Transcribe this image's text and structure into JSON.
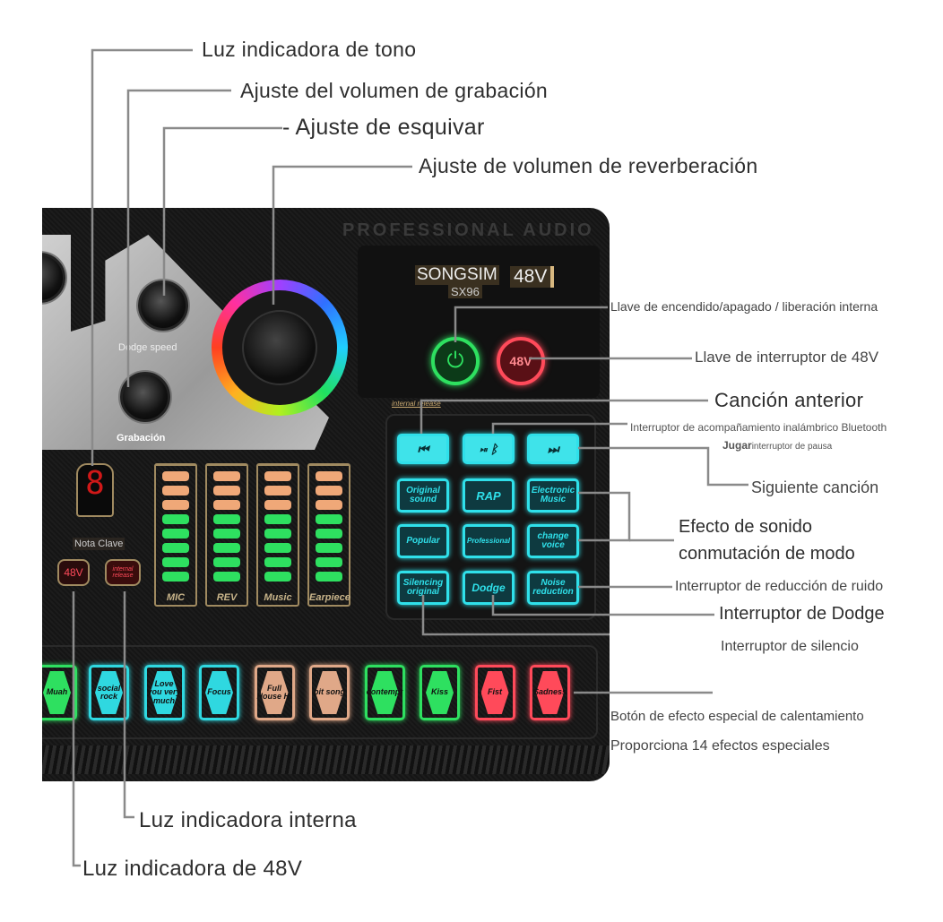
{
  "callouts": {
    "tone_light": "Luz indicadora de tono",
    "rec_volume": "Ajuste del volumen de grabación",
    "dodge_adjust": "- Ajuste de esquivar",
    "reverb_volume": "Ajuste de volumen de reverberación",
    "power_key": "Llave de encendido/apagado / liberación interna",
    "switch_48v": "Llave de interruptor de 48V",
    "prev_song": "Canción anterior",
    "bluetooth": "Interruptor de acompañamiento inalámbrico Bluetooth",
    "play_a": "Jugar",
    "play_b": "interruptor de pausa",
    "next_song": "Siguiente canción",
    "mode_line1": "Efecto de sonido",
    "mode_line2": "conmutación de modo",
    "noise": "Interruptor de reducción de ruido",
    "dodge_switch": "Interruptor de Dodge",
    "silence": "Interruptor de silencio",
    "warmup": "Botón de efecto especial de calentamiento",
    "effects_count": "Proporciona 14 efectos especiales",
    "internal_light": "Luz indicadora interna",
    "light_48v": "Luz indicadora de 48V"
  },
  "device": {
    "header": "PROFESSIONAL AUDIO",
    "brand": "SONGSIM",
    "model": "SX96",
    "badge_48v": "48V",
    "power_icon": "power-icon",
    "btn_48v": "48V",
    "dodge_speed": "Dodge speed",
    "grabacion": "Grabación",
    "tone_digit": "8",
    "nota_clave": "Nota Clave",
    "ind_48v": "48V",
    "ind_internal": "internal release",
    "internal_release_tag": "internal release",
    "transport": [
      "⏮",
      "⏯ ᛒ",
      "⏭"
    ],
    "modes": [
      "Original sound",
      "RAP",
      "Electronic Music",
      "Popular",
      "Professional",
      "change voice",
      "Silencing original",
      "Dodge",
      "Noise reduction"
    ],
    "meters": [
      "MIC",
      "REV",
      "Music",
      "Earpiece"
    ],
    "pads": [
      {
        "label": "Muah",
        "color": "#2ee060"
      },
      {
        "label": "social rock",
        "color": "#2fd8e0"
      },
      {
        "label": "Love you very much",
        "color": "#2fd8e0"
      },
      {
        "label": "Focus",
        "color": "#2fd8e0"
      },
      {
        "label": "Full House Hi",
        "color": "#e0a888"
      },
      {
        "label": "pit song",
        "color": "#e0a888"
      },
      {
        "label": "contempt",
        "color": "#2ee060"
      },
      {
        "label": "Kiss",
        "color": "#2ee060"
      },
      {
        "label": "Fist",
        "color": "#ff4a5a"
      },
      {
        "label": "Sadness",
        "color": "#ff4a5a"
      }
    ]
  }
}
